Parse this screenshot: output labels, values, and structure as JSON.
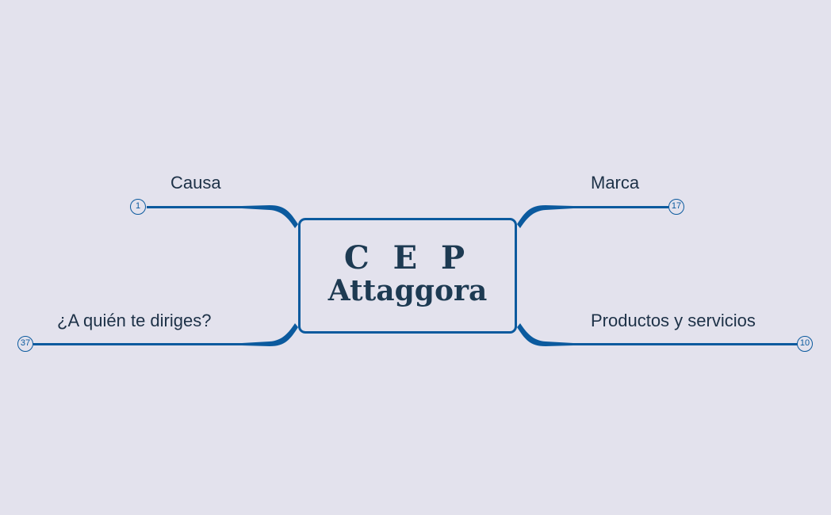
{
  "central_topic": {
    "line1": "C E P",
    "line2": "Attaggora"
  },
  "topics": {
    "causa": {
      "label": "Causa",
      "count": "1"
    },
    "audiencia": {
      "label": "¿A quién te diriges?",
      "count": "37"
    },
    "marca": {
      "label": "Marca",
      "count": "17"
    },
    "productos": {
      "label": "Productos y servicios",
      "count": "10"
    }
  },
  "colors": {
    "background": "#e3e2ed",
    "branch": "#0b5a9e",
    "text": "#1d3147"
  }
}
